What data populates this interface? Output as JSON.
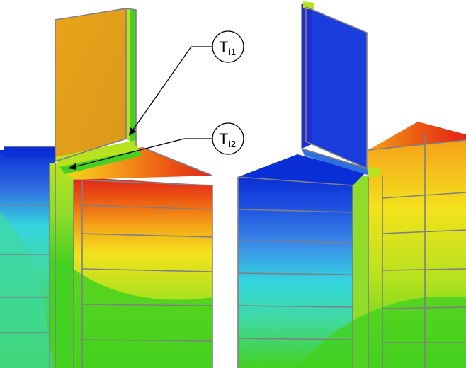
{
  "callouts": [
    {
      "main": "T",
      "sub": "i1"
    },
    {
      "main": "T",
      "sub": "i2"
    }
  ],
  "colors": {
    "outline": "#7f7f85",
    "deep_blue": "#0a2fd6",
    "mid_blue": "#2f6fe0",
    "cyan": "#35d7e0",
    "teal_green": "#3fd9a0",
    "green": "#44d11f",
    "yellow_green": "#b7e21e",
    "yellow": "#f3e21c",
    "orange": "#f5a11a",
    "dark_orange": "#ec5a12",
    "red": "#e3231a",
    "panel_orange": "#e8a419",
    "panel_blue": "#1a3ddc"
  }
}
